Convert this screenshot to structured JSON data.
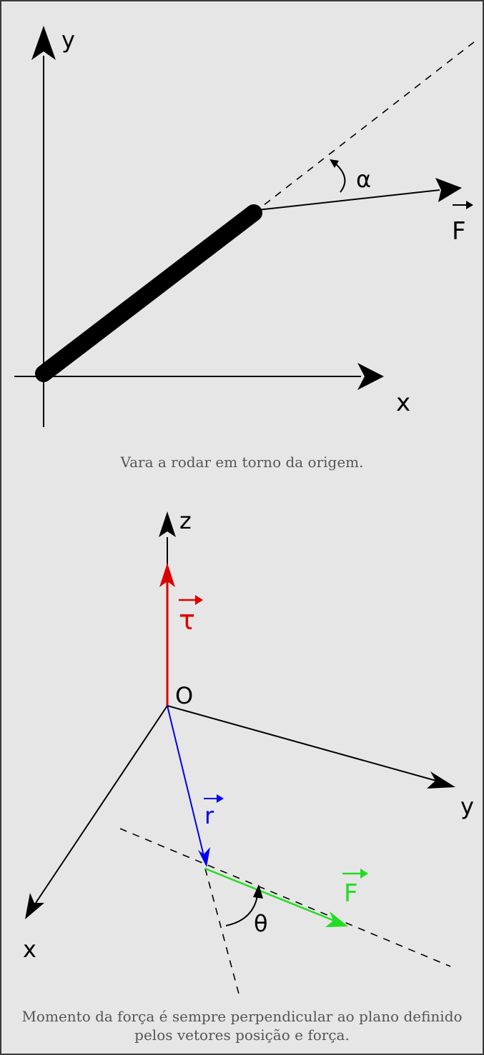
{
  "figure1": {
    "labels": {
      "y": "y",
      "x": "x",
      "alpha": "α",
      "force": "F"
    },
    "caption": "Vara a rodar em torno da origem."
  },
  "figure2": {
    "labels": {
      "z": "z",
      "origin": "O",
      "y": "y",
      "x": "x",
      "torque": "τ",
      "r": "r",
      "force": "F",
      "theta": "θ"
    },
    "caption_line1": "Momento da força é sempre perpendicular ao plano definido",
    "caption_line2": "pelos vetores posição e força."
  },
  "colors": {
    "background": "#e6e6e6",
    "axes": "#000000",
    "torque": "#dd0000",
    "position_vector": "#0000ee",
    "force_vector": "#22dd22",
    "caption_text": "#555555"
  }
}
